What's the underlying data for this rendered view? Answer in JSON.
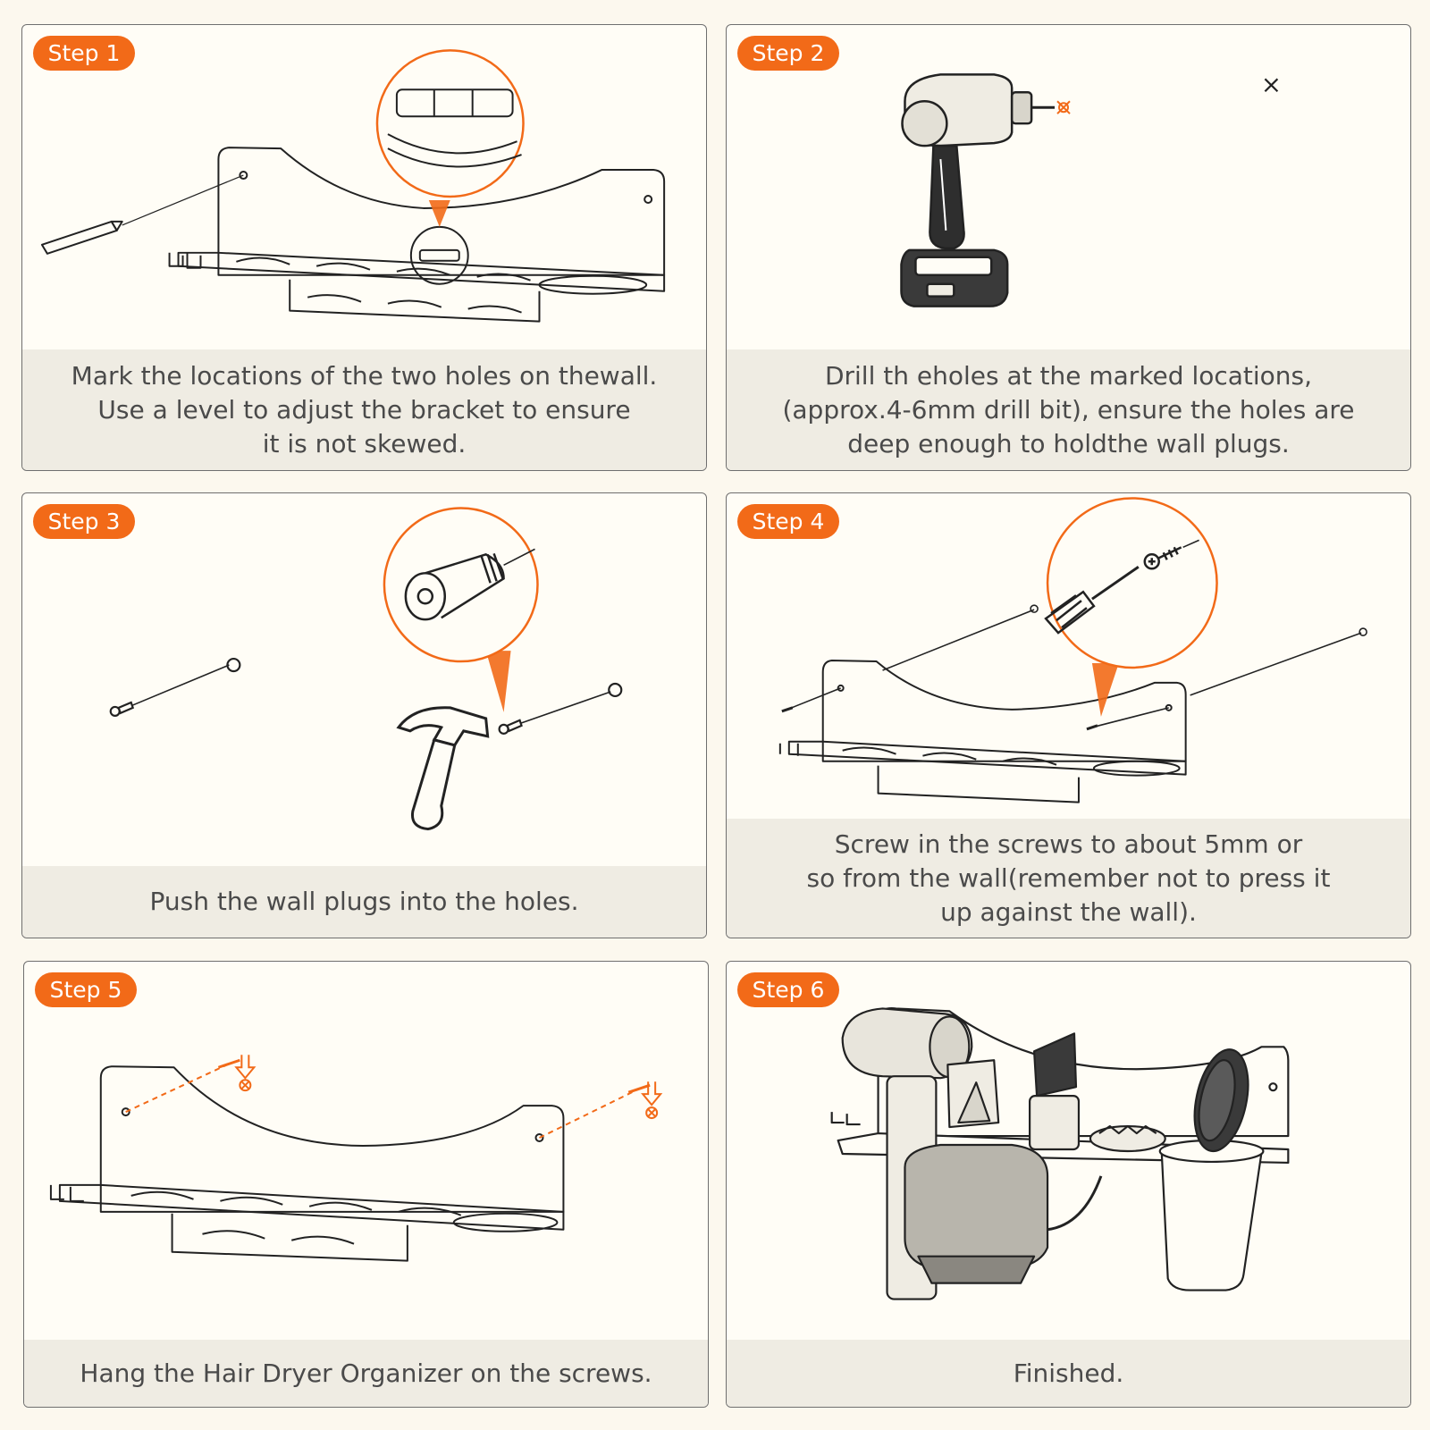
{
  "steps": [
    {
      "badge": "Step 1",
      "caption": [
        "Mark the locations of the two holes on thewall.",
        "Use a level to adjust the bracket to ensure",
        "it is not skewed."
      ]
    },
    {
      "badge": "Step 2",
      "caption": [
        "Drill th eholes at the marked locations,",
        "(approx.4-6mm drill bit), ensure the holes are",
        "deep enough to holdthe wall plugs."
      ]
    },
    {
      "badge": "Step 3",
      "caption": [
        "Push the wall plugs into the holes."
      ]
    },
    {
      "badge": "Step 4",
      "caption": [
        "Screw in the screws to about 5mm or",
        "so from the wall(remember not to press it",
        "up against the wall)."
      ]
    },
    {
      "badge": "Step 5",
      "caption": [
        "Hang the Hair Dryer Organizer on the screws."
      ]
    },
    {
      "badge": "Step 6",
      "caption": [
        "Finished."
      ]
    }
  ],
  "colors": {
    "accent": "#f26a18",
    "caption_bg": "#efece3",
    "page_bg": "#fcf8ee",
    "line": "#222222"
  },
  "icons": [
    "screwdriver-icon",
    "level-icon",
    "drill-icon",
    "close-icon",
    "wall-plug-icon",
    "hammer-icon",
    "screw-icon",
    "down-arrow-icon",
    "hair-dryer-icon",
    "brush-icon"
  ]
}
